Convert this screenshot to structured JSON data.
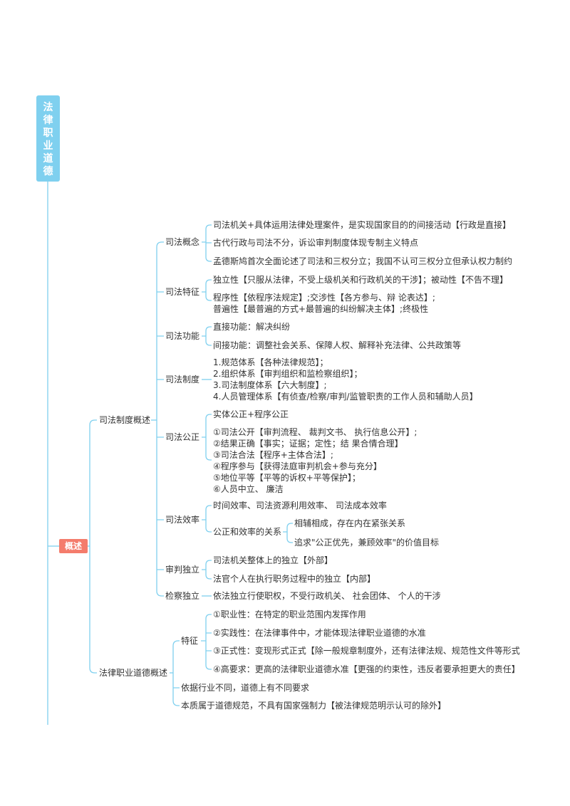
{
  "root_title": "法律职业道德",
  "overview": "概述",
  "sections": {
    "s1": {
      "label": "司法制度概述",
      "concept": {
        "label": "司法概念",
        "items": [
          "司法机关+具体运用法律处理案件，是实现国家目的的间接活动【行政是直接】",
          "古代行政与司法不分，诉讼审判制度体现专制主义特点",
          "孟德斯鸠首次全面论述了司法和三权分立；我国不认可三权分立但承认权力制约"
        ]
      },
      "features": {
        "label": "司法特征",
        "items": [
          "独立性【只服从法律，不受上级机关和行政机关的干涉】；被动性【不告不理】",
          "程序性【依程序法规定】;交涉性【各方参与、辩 论表达】;",
          "普遍性【最普遍的方式+最普遍的纠纷解决主体】;终极性"
        ]
      },
      "functions": {
        "label": "司法功能",
        "items": [
          "直接功能：解决纠纷",
          "间接功能：调整社会关系、保障人权、解释补充法律、公共政策等"
        ]
      },
      "system": {
        "label": "司法制度",
        "items": [
          "1.规范体系【各种法律规范】；",
          "2.组织体系【审判组织和监检察组织】；",
          "3.司法制度体系【六大制度】;",
          "4.人员管理体系【有侦查/检察/审判/监管职责的工作人员和辅助人员】"
        ]
      },
      "justice": {
        "label": "司法公正",
        "head": "实体公正+程序公正",
        "items": [
          "①司法公开【审判流程、 裁判文书、 执行信息公开】;",
          "②结果正确【事实；证据；定性；结 果合情合理】",
          "③司法合法【程序+主体合法】;",
          "④程序参与【获得法庭审判机会+参与充分】",
          "⑤地位平等【平等的诉权+平等保护】；",
          "⑥人员中立、 廉洁"
        ]
      },
      "efficiency": {
        "label": "司法效率",
        "item1": "时间效率、司法资源利用效率、 司法成本效率",
        "relation": {
          "label": "公正和效率的关系",
          "items": [
            "相辅相成，存在内在紧张关系",
            "追求\"公正优先，兼顾效率\"的价值目标"
          ]
        }
      },
      "trial": {
        "label": "审判独立",
        "items": [
          "司法机关整体上的独立【外部】",
          "法官个人在执行职务过程中的独立【内部】"
        ]
      },
      "procuratorial": {
        "label": "检察独立",
        "item": "依法独立行使职权，不受行政机关、 社会团体、 个人的干涉"
      }
    },
    "s2": {
      "label": "法律职业道德概述",
      "features": {
        "label": "特征",
        "items": [
          "①职业性：在特定的职业范围内发挥作用",
          "②实践性：在法律事件中，才能体现法律职业道德的水准",
          "③正式性：变现形式正式【除一般规章制度外，还有法律法规、规范性文件等形式",
          "④高要求：更高的法律职业道德水准【更强的约束性，违反者要承担更大的责任】"
        ]
      },
      "item2": "依据行业不同，道德上有不同要求",
      "item3": "本质属于道德规范，不具有国家强制力【被法律规范明示认可的除外】"
    }
  },
  "colors": {
    "line": "#7fd0ef",
    "title_bg": "#7fd0ef",
    "overview_bg": "#f47c6c"
  }
}
